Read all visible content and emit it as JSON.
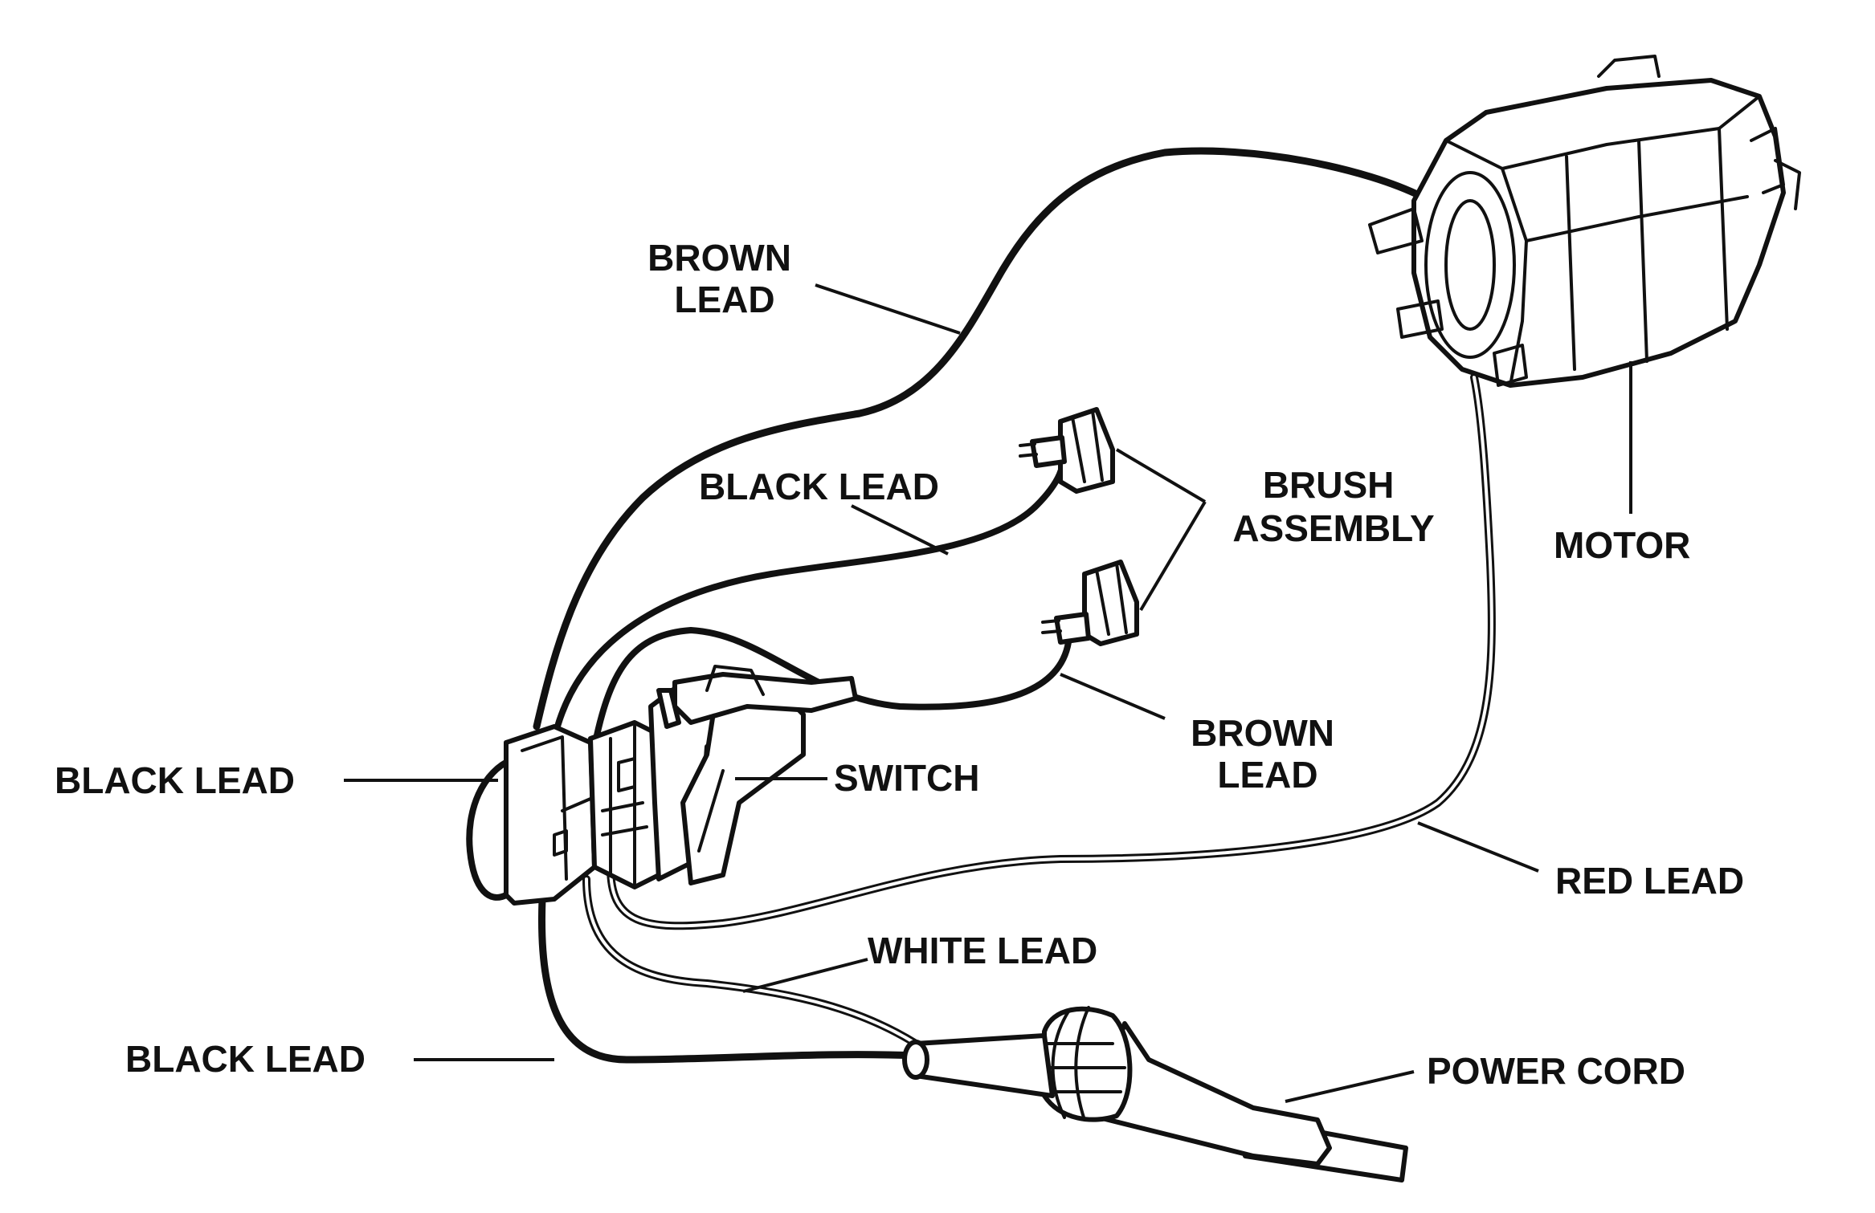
{
  "colors": {
    "ink": "#111111",
    "background": "#ffffff"
  },
  "labels": {
    "brown_lead_top": [
      "BROWN",
      "LEAD"
    ],
    "black_lead_upper": "BLACK LEAD",
    "brush_assembly": [
      "BRUSH",
      "ASSEMBLY"
    ],
    "motor": "MOTOR",
    "black_lead_left": "BLACK LEAD",
    "switch": "SWITCH",
    "brown_lead_lower": [
      "BROWN",
      "LEAD"
    ],
    "red_lead": "RED LEAD",
    "white_lead": "WHITE LEAD",
    "black_lead_bottom": "BLACK LEAD",
    "power_cord": "POWER CORD"
  }
}
